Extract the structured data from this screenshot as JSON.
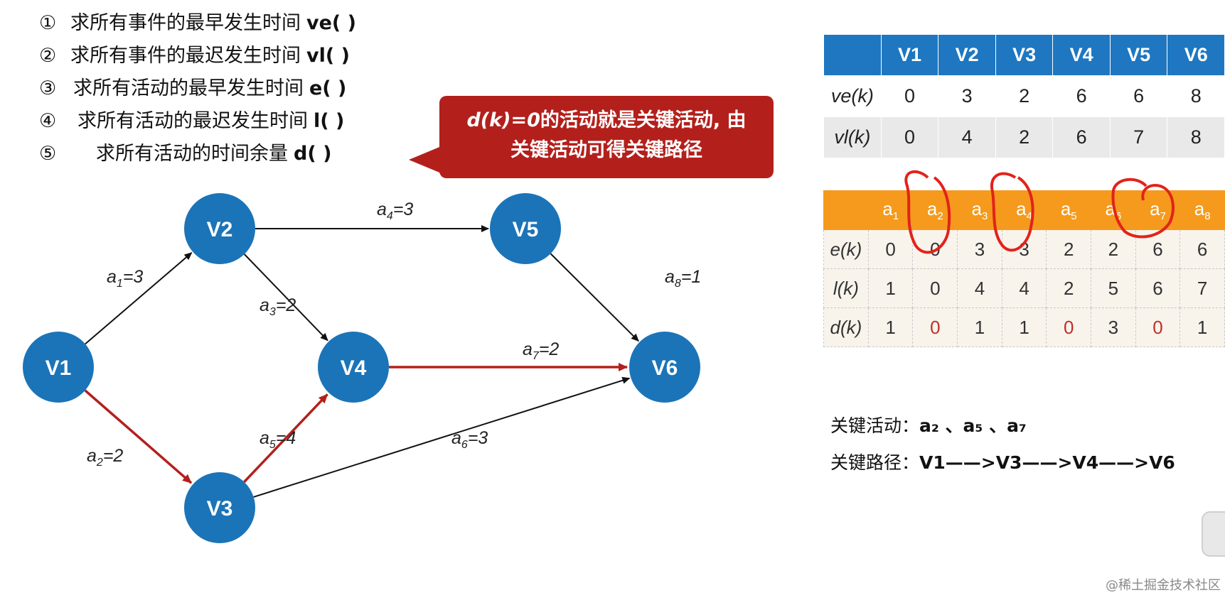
{
  "steps": [
    {
      "num": "①",
      "text": "求所有事件的最早发生时间",
      "fn": "ve( )"
    },
    {
      "num": "②",
      "text": "求所有事件的最迟发生时间",
      "fn": "vl( )"
    },
    {
      "num": "③",
      "text": "求所有活动的最早发生时间",
      "fn": "e( )"
    },
    {
      "num": "④",
      "text": "求所有活动的最迟发生时间",
      "fn": "l( )"
    },
    {
      "num": "⑤",
      "text": "求所有活动的时间余量",
      "fn": "d( )"
    }
  ],
  "callout": {
    "line1_italic": "d(k)=0",
    "line1_rest": "的活动就是关键活动, 由",
    "line2": "关键活动可得关键路径"
  },
  "graph": {
    "nodes": [
      {
        "id": "V1",
        "label": "V1"
      },
      {
        "id": "V2",
        "label": "V2"
      },
      {
        "id": "V3",
        "label": "V3"
      },
      {
        "id": "V4",
        "label": "V4"
      },
      {
        "id": "V5",
        "label": "V5"
      },
      {
        "id": "V6",
        "label": "V6"
      }
    ],
    "edges": [
      {
        "from": "V1",
        "to": "V2",
        "name": "a",
        "sub": "1",
        "weight": "=3",
        "critical": false
      },
      {
        "from": "V1",
        "to": "V3",
        "name": "a",
        "sub": "2",
        "weight": "=2",
        "critical": true
      },
      {
        "from": "V2",
        "to": "V4",
        "name": "a",
        "sub": "3",
        "weight": "=2",
        "critical": false
      },
      {
        "from": "V2",
        "to": "V5",
        "name": "a",
        "sub": "4",
        "weight": "=3",
        "critical": false
      },
      {
        "from": "V3",
        "to": "V4",
        "name": "a",
        "sub": "5",
        "weight": "=4",
        "critical": true
      },
      {
        "from": "V3",
        "to": "V6",
        "name": "a",
        "sub": "6",
        "weight": "=3",
        "critical": false
      },
      {
        "from": "V4",
        "to": "V6",
        "name": "a",
        "sub": "7",
        "weight": "=2",
        "critical": true
      },
      {
        "from": "V5",
        "to": "V6",
        "name": "a",
        "sub": "8",
        "weight": "=1",
        "critical": false
      }
    ]
  },
  "vertex_table": {
    "headers": [
      "V1",
      "V2",
      "V3",
      "V4",
      "V5",
      "V6"
    ],
    "rows": [
      {
        "label": "ve(k)",
        "values": [
          "0",
          "3",
          "2",
          "6",
          "6",
          "8"
        ]
      },
      {
        "label": "vl(k)",
        "values": [
          "0",
          "4",
          "2",
          "6",
          "7",
          "8"
        ]
      }
    ]
  },
  "activity_table": {
    "headers": [
      {
        "name": "a",
        "sub": "1"
      },
      {
        "name": "a",
        "sub": "2"
      },
      {
        "name": "a",
        "sub": "3"
      },
      {
        "name": "a",
        "sub": "4"
      },
      {
        "name": "a",
        "sub": "5"
      },
      {
        "name": "a",
        "sub": "6"
      },
      {
        "name": "a",
        "sub": "7"
      },
      {
        "name": "a",
        "sub": "8"
      }
    ],
    "rows": [
      {
        "label": "e(k)",
        "values": [
          "0",
          "0",
          "3",
          "3",
          "2",
          "2",
          "6",
          "6"
        ]
      },
      {
        "label": "l(k)",
        "values": [
          "1",
          "0",
          "4",
          "4",
          "2",
          "5",
          "6",
          "7"
        ]
      },
      {
        "label": "d(k)",
        "values": [
          "1",
          "0",
          "1",
          "1",
          "0",
          "3",
          "0",
          "1"
        ]
      }
    ]
  },
  "critical": {
    "activities_label": "关键活动：",
    "activities": "a₂ 、a₅ 、a₇",
    "path_label": "关键路径：",
    "path": "V1——>V3——>V4——>V6"
  },
  "watermark": "@稀土掘金技术社区",
  "colors": {
    "node": "#1b74b8",
    "critical_edge": "#b3201c",
    "normal_edge": "#111111",
    "callout": "#b3201c",
    "vertex_header": "#1e77c0",
    "activity_header": "#f59a1c",
    "zero_value": "#c0302a",
    "circle_mark": "#e2231a"
  }
}
